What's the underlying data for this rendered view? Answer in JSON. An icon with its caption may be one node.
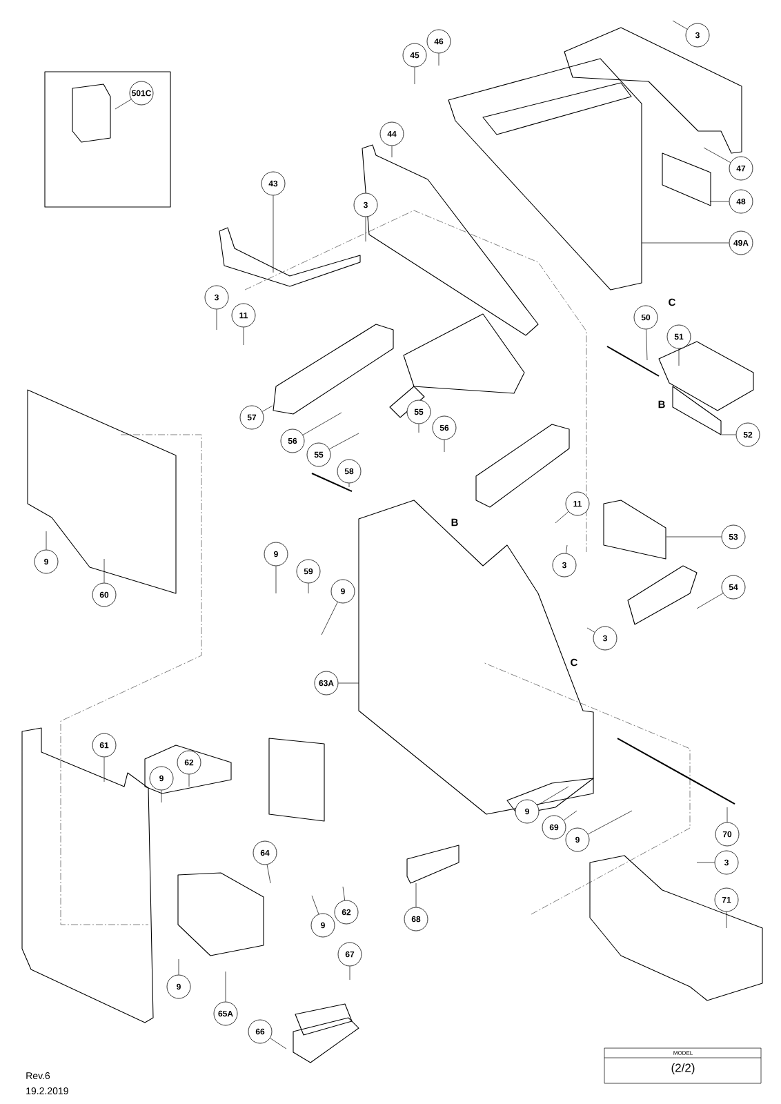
{
  "diagram": {
    "nodes": [
      {
        "text": [
          "501C"
        ]
      },
      {
        "text": [
          "3"
        ]
      },
      {
        "text": [
          "45"
        ]
      },
      {
        "text": [
          "46"
        ]
      },
      {
        "text": [
          "44"
        ]
      },
      {
        "text": [
          "47"
        ]
      },
      {
        "text": [
          "43"
        ]
      },
      {
        "text": [
          "48"
        ]
      },
      {
        "text": [
          "3"
        ]
      },
      {
        "text": [
          "49A"
        ]
      },
      {
        "text": [
          "3"
        ]
      },
      {
        "text": [
          "11"
        ]
      },
      {
        "text": [
          "50"
        ]
      },
      {
        "text": [
          "51"
        ]
      },
      {
        "text": [
          "55"
        ]
      },
      {
        "text": [
          "57"
        ]
      },
      {
        "text": [
          "56"
        ]
      },
      {
        "text": [
          "52"
        ]
      },
      {
        "text": [
          "56"
        ]
      },
      {
        "text": [
          "55"
        ]
      },
      {
        "text": [
          "58"
        ]
      },
      {
        "text": [
          "11"
        ]
      },
      {
        "text": [
          "53"
        ]
      },
      {
        "text": [
          "9"
        ]
      },
      {
        "text": [
          "3"
        ]
      },
      {
        "text": [
          "9"
        ]
      },
      {
        "text": [
          "59"
        ]
      },
      {
        "text": [
          "54"
        ]
      },
      {
        "text": [
          "9"
        ]
      },
      {
        "text": [
          "60"
        ]
      },
      {
        "text": [
          "3"
        ]
      },
      {
        "text": [
          "63A"
        ]
      },
      {
        "text": [
          "61"
        ]
      },
      {
        "text": [
          "62"
        ]
      },
      {
        "text": [
          "9"
        ]
      },
      {
        "text": [
          "9"
        ]
      },
      {
        "text": [
          "69"
        ]
      },
      {
        "text": [
          "70"
        ]
      },
      {
        "text": [
          "9"
        ]
      },
      {
        "text": [
          "64"
        ]
      },
      {
        "text": [
          "3"
        ]
      },
      {
        "text": [
          "71"
        ]
      },
      {
        "text": [
          "62"
        ]
      },
      {
        "text": [
          "9"
        ]
      },
      {
        "text": [
          "68"
        ]
      },
      {
        "text": [
          "67"
        ]
      },
      {
        "text": [
          "9"
        ]
      },
      {
        "text": [
          "65A"
        ]
      },
      {
        "text": [
          "66"
        ]
      }
    ],
    "edges": [
      {
        "from": 0,
        "to": null,
        "arrow": "none"
      },
      {
        "from": 1,
        "to": null,
        "arrow": "none"
      },
      {
        "from": 2,
        "to": null,
        "arrow": "none"
      },
      {
        "from": 3,
        "to": null,
        "arrow": "none"
      },
      {
        "from": 4,
        "to": null,
        "arrow": "none"
      },
      {
        "from": 5,
        "to": null,
        "arrow": "none"
      },
      {
        "from": 6,
        "to": null,
        "arrow": "none"
      },
      {
        "from": 7,
        "to": null,
        "arrow": "none"
      },
      {
        "from": 8,
        "to": null,
        "arrow": "none"
      },
      {
        "from": 9,
        "to": null,
        "arrow": "none"
      },
      {
        "from": 10,
        "to": null,
        "arrow": "none"
      },
      {
        "from": 11,
        "to": null,
        "arrow": "none"
      },
      {
        "from": 12,
        "to": null,
        "arrow": "none"
      },
      {
        "from": 13,
        "to": null,
        "arrow": "none"
      },
      {
        "from": 14,
        "to": null,
        "arrow": "none"
      },
      {
        "from": 15,
        "to": null,
        "arrow": "none"
      },
      {
        "from": 16,
        "to": null,
        "arrow": "none"
      },
      {
        "from": 17,
        "to": null,
        "arrow": "none"
      },
      {
        "from": 18,
        "to": null,
        "arrow": "none"
      },
      {
        "from": 19,
        "to": null,
        "arrow": "none"
      },
      {
        "from": 20,
        "to": null,
        "arrow": "none"
      },
      {
        "from": 21,
        "to": null,
        "arrow": "none"
      },
      {
        "from": 22,
        "to": null,
        "arrow": "none"
      },
      {
        "from": 23,
        "to": null,
        "arrow": "none"
      },
      {
        "from": 24,
        "to": null,
        "arrow": "none"
      },
      {
        "from": 25,
        "to": null,
        "arrow": "none"
      },
      {
        "from": 26,
        "to": null,
        "arrow": "none"
      },
      {
        "from": 27,
        "to": null,
        "arrow": "none"
      },
      {
        "from": 28,
        "to": null,
        "arrow": "none"
      },
      {
        "from": 29,
        "to": null,
        "arrow": "none"
      },
      {
        "from": 30,
        "to": null,
        "arrow": "none"
      },
      {
        "from": 31,
        "to": null,
        "arrow": "none"
      },
      {
        "from": 32,
        "to": null,
        "arrow": "none"
      },
      {
        "from": 33,
        "to": null,
        "arrow": "none"
      },
      {
        "from": 34,
        "to": null,
        "arrow": "none"
      },
      {
        "from": 35,
        "to": null,
        "arrow": "none"
      },
      {
        "from": 36,
        "to": null,
        "arrow": "none"
      },
      {
        "from": 37,
        "to": null,
        "arrow": "none"
      },
      {
        "from": 38,
        "to": null,
        "arrow": "none"
      },
      {
        "from": 39,
        "to": null,
        "arrow": "none"
      },
      {
        "from": 40,
        "to": null,
        "arrow": "none"
      },
      {
        "from": 41,
        "to": null,
        "arrow": "none"
      },
      {
        "from": 42,
        "to": null,
        "arrow": "none"
      },
      {
        "from": 43,
        "to": null,
        "arrow": "none"
      },
      {
        "from": 44,
        "to": null,
        "arrow": "none"
      },
      {
        "from": 45,
        "to": null,
        "arrow": "none"
      },
      {
        "from": 46,
        "to": null,
        "arrow": "none"
      },
      {
        "from": 47,
        "to": null,
        "arrow": "none"
      },
      {
        "from": 48,
        "to": null,
        "arrow": "none"
      }
    ],
    "labels": [
      "C",
      "B",
      "B",
      "C",
      "MODEL",
      "(2/2)",
      "Rev.6",
      "19.2.2019"
    ]
  }
}
